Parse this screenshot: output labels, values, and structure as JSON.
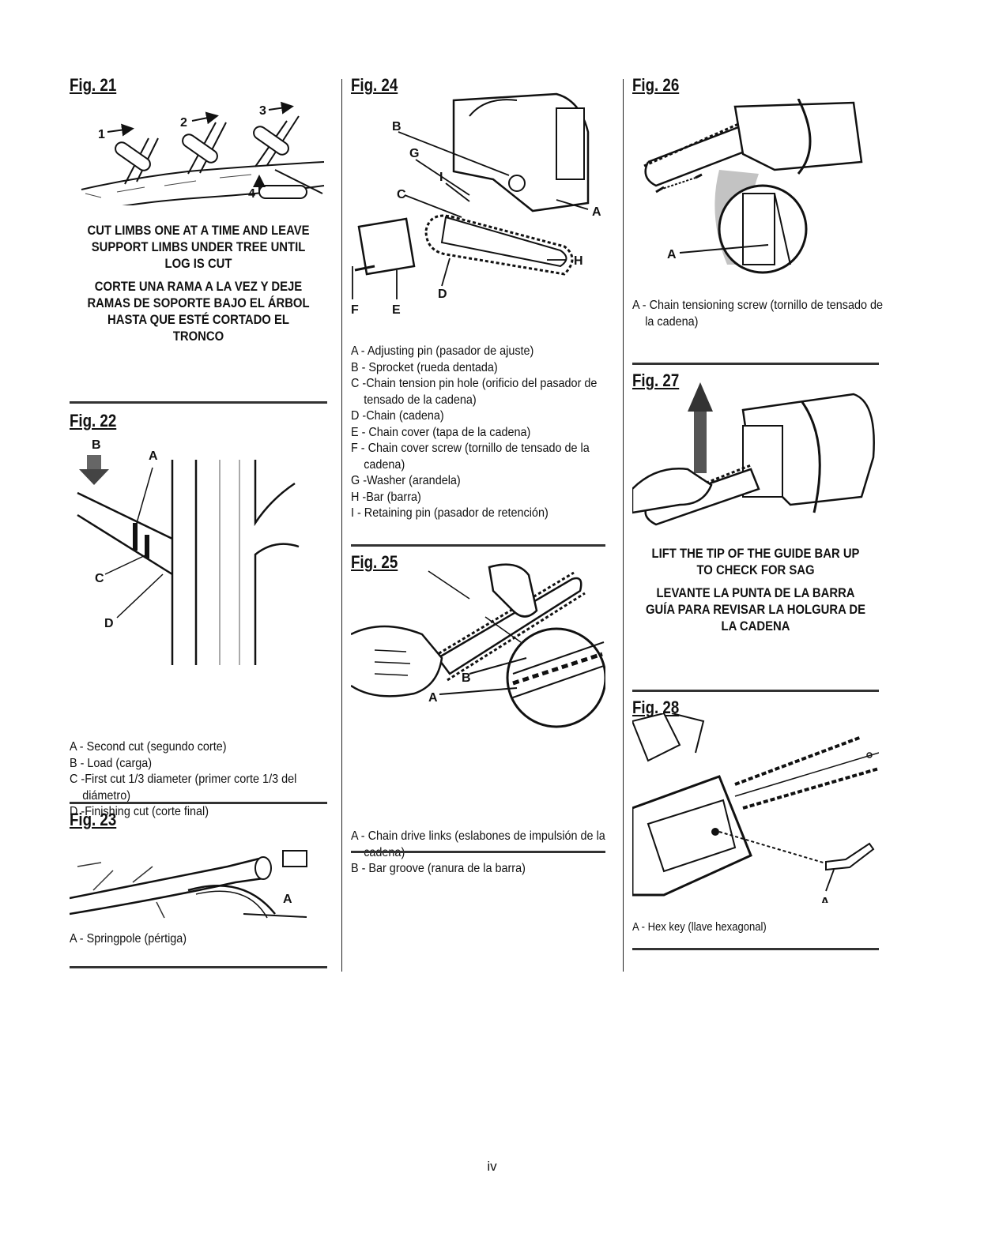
{
  "page_number": "iv",
  "fig21": {
    "title": "Fig. 21",
    "caption_en": "CUT LIMBS ONE AT A TIME AND LEAVE SUPPORT LIMBS UNDER TREE UNTIL LOG IS CUT",
    "caption_es": "CORTE UNA RAMA A LA VEZ Y DEJE RAMAS DE SOPORTE BAJO EL ÁRBOL HASTA QUE ESTÉ CORTADO EL TRONCO",
    "labels": [
      "1",
      "2",
      "3",
      "4"
    ]
  },
  "fig22": {
    "title": "Fig. 22",
    "labels": [
      "A",
      "B",
      "C",
      "D"
    ],
    "legend": [
      "A - Second cut (segundo corte)",
      "B - Load (carga)",
      "C -First cut 1/3 diameter (primer corte 1/3 del diámetro)",
      "D -Finishing cut (corte final)"
    ]
  },
  "fig23": {
    "title": "Fig. 23",
    "labels": [
      "A"
    ],
    "legend": [
      "A - Springpole (pértiga)"
    ]
  },
  "fig24": {
    "title": "Fig. 24",
    "labels": [
      "A",
      "B",
      "C",
      "D",
      "E",
      "F",
      "G",
      "H",
      "I"
    ],
    "legend": [
      "A - Adjusting pin (pasador de ajuste)",
      "B - Sprocket (rueda dentada)",
      "C -Chain tension pin hole (orificio del pasador de tensado de la cadena)",
      "D -Chain (cadena)",
      "E - Chain cover (tapa de la cadena)",
      "F - Chain cover screw (tornillo de tensado de la cadena)",
      "G -Washer (arandela)",
      "H -Bar (barra)",
      "I - Retaining pin (pasador de retención)"
    ]
  },
  "fig25": {
    "title": "Fig. 25",
    "labels": [
      "A",
      "B"
    ],
    "legend": [
      "A - Chain drive links (eslabones de impulsión de la cadena)",
      "B - Bar groove (ranura de la barra)"
    ]
  },
  "fig26": {
    "title": "Fig. 26",
    "labels": [
      "A"
    ],
    "legend": [
      "A - Chain tensioning screw (tornillo de tensado de la cadena)"
    ]
  },
  "fig27": {
    "title": "Fig. 27",
    "caption_en": "LIFT THE TIP OF THE GUIDE BAR UP TO CHECK FOR SAG",
    "caption_es": "LEVANTE LA PUNTA DE LA BARRA GUÍA PARA REVISAR LA HOLGURA DE LA CADENA"
  },
  "fig28": {
    "title": "Fig. 28",
    "labels": [
      "A"
    ],
    "legend": [
      "A - Hex key (llave hexagonal)"
    ]
  }
}
